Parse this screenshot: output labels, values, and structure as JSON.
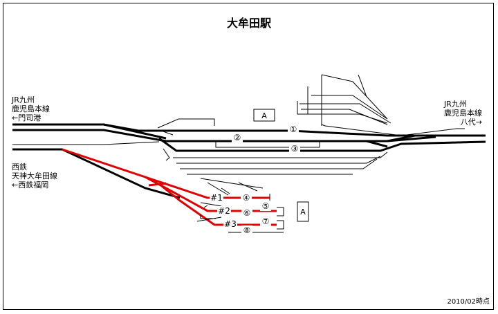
{
  "title": "大牟田駅",
  "date_note": "2010/02時点",
  "lines": {
    "west_jr": [
      "JR九州",
      "鹿児島本線",
      "←門司港"
    ],
    "east_jr": [
      "JR九州",
      "鹿児島本線",
      "八代→"
    ],
    "west_nishitetsu": [
      "西鉄",
      "天神大牟田線",
      "←西鉄福岡"
    ]
  },
  "jr_tracks": [
    "①",
    "②",
    "③"
  ],
  "nishitetsu_platforms": [
    "#1",
    "#2",
    "#3"
  ],
  "nishitetsu_tracks": [
    "④",
    "⑤",
    "⑥",
    "⑦",
    "⑧"
  ],
  "buildings": [
    "A",
    "A"
  ],
  "colors": {
    "jr": "#000000",
    "nishitetsu": "#e00000"
  }
}
